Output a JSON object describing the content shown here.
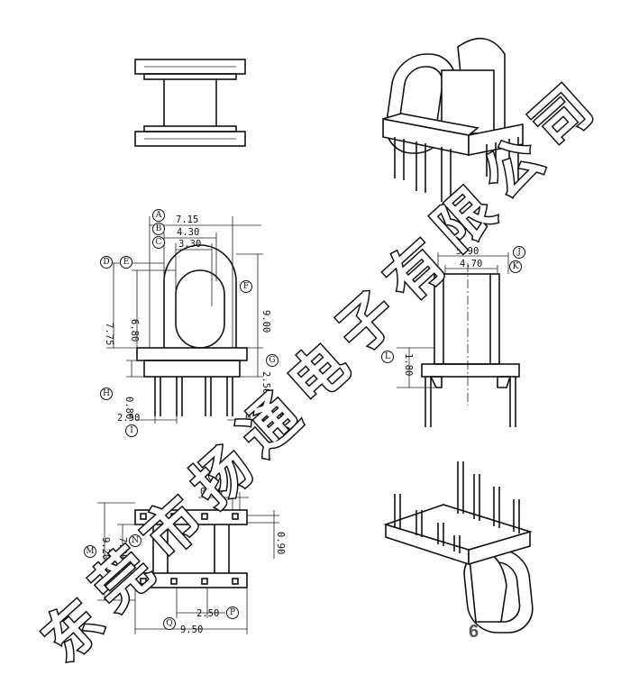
{
  "page_number": "6",
  "watermark": [
    "东",
    "莞",
    "市",
    "扬",
    "通",
    "电",
    "子",
    "有",
    "限",
    "公",
    "司"
  ],
  "front_view": {
    "labels": [
      "A",
      "B",
      "C",
      "D",
      "E",
      "F",
      "G",
      "H",
      "I",
      "J"
    ],
    "dims": {
      "A": "7.15",
      "B": "4.30",
      "C": "3.30",
      "F": "9.00",
      "overall_h": "7.75",
      "inner_h": "6.80",
      "G": "2.50",
      "H": "0.80",
      "I": "2.50",
      "J": "0.5X0.5"
    }
  },
  "side_view": {
    "labels": [
      "J",
      "K",
      "L"
    ],
    "dims": {
      "J": "5.90",
      "K": "4.70",
      "L": "1.80"
    }
  },
  "bottom_view": {
    "labels": [
      "M",
      "N",
      "O",
      "P",
      "Q"
    ],
    "dims": {
      "O": "0.90",
      "right": "0.90",
      "M": "9.20",
      "N": "7.30",
      "P": "2.50",
      "Q": "9.50"
    }
  }
}
